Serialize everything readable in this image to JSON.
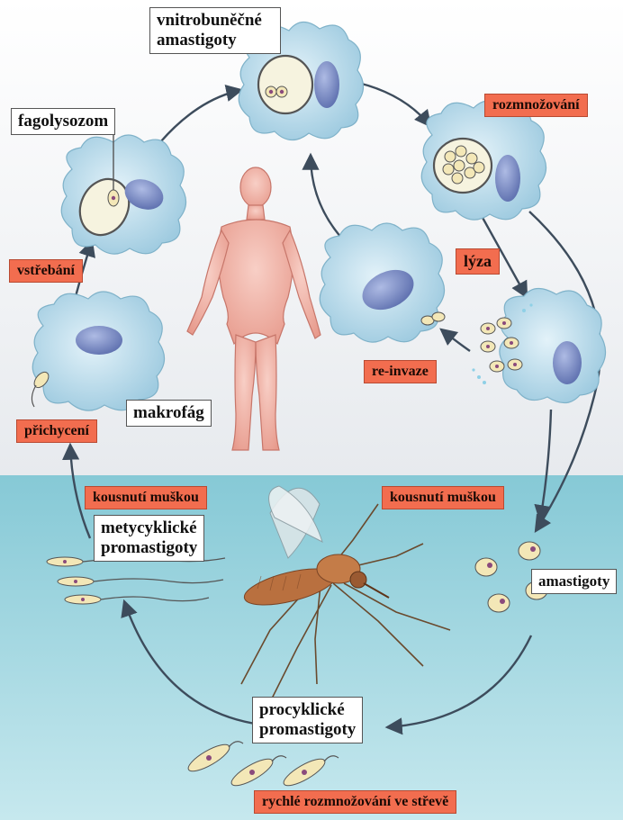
{
  "labels": {
    "vnitrobunecne_line1": "vnitrobuněčné",
    "vnitrobunecne_line2": "amastigoty",
    "fagolysozom": "fagolysozom",
    "rozmnozovani": "rozmnožování",
    "vstrebani": "vstřebání",
    "lyza": "lýza",
    "re_invaze": "re-invaze",
    "makrofag": "makrofág",
    "prichyceni": "přichycení",
    "kousnuti_muskou_left": "kousnutí muškou",
    "kousnuti_muskou_right": "kousnutí muškou",
    "metacyklicke_line1": "metycyklické",
    "metacyklicke_line2": "promastigoty",
    "amastigoty": "amastigoty",
    "procyklicke_line1": "procyklické",
    "procyklicke_line2": "promastigoty",
    "rychle_rozmnozovani": "rychlé rozmnožování ve střevě"
  },
  "colors": {
    "human_host_background": "#eef0f2",
    "insect_vector_background": "#9fd3de",
    "cell_fill": "#b9dcec",
    "nucleus_fill": "#7d8fc6",
    "orange_label": "#f26d4f",
    "arrow": "#3d4c5c",
    "human_figure": "#f2b2a6",
    "sandfly": "#b9703f"
  }
}
